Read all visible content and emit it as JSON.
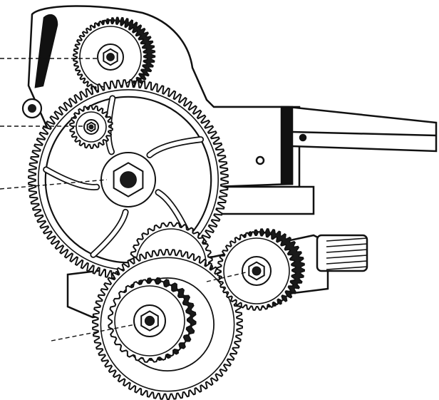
{
  "figure": {
    "kind": "line-drawing",
    "subject": "gear-train",
    "stroke": "#111111",
    "fill": "#ffffff",
    "shade": "#1a1a1a",
    "gears": [
      {
        "id": "top-idler",
        "teeth": 46
      },
      {
        "id": "large-wheel",
        "teeth": 96
      },
      {
        "id": "small-pinion",
        "teeth": 22
      },
      {
        "id": "intermediate-pinion",
        "teeth": 34
      },
      {
        "id": "lower-wheel",
        "teeth": 70
      },
      {
        "id": "lower-pinion",
        "teeth": 28
      },
      {
        "id": "shaft-gear",
        "teeth": 40
      }
    ],
    "leader_lines": 5
  }
}
